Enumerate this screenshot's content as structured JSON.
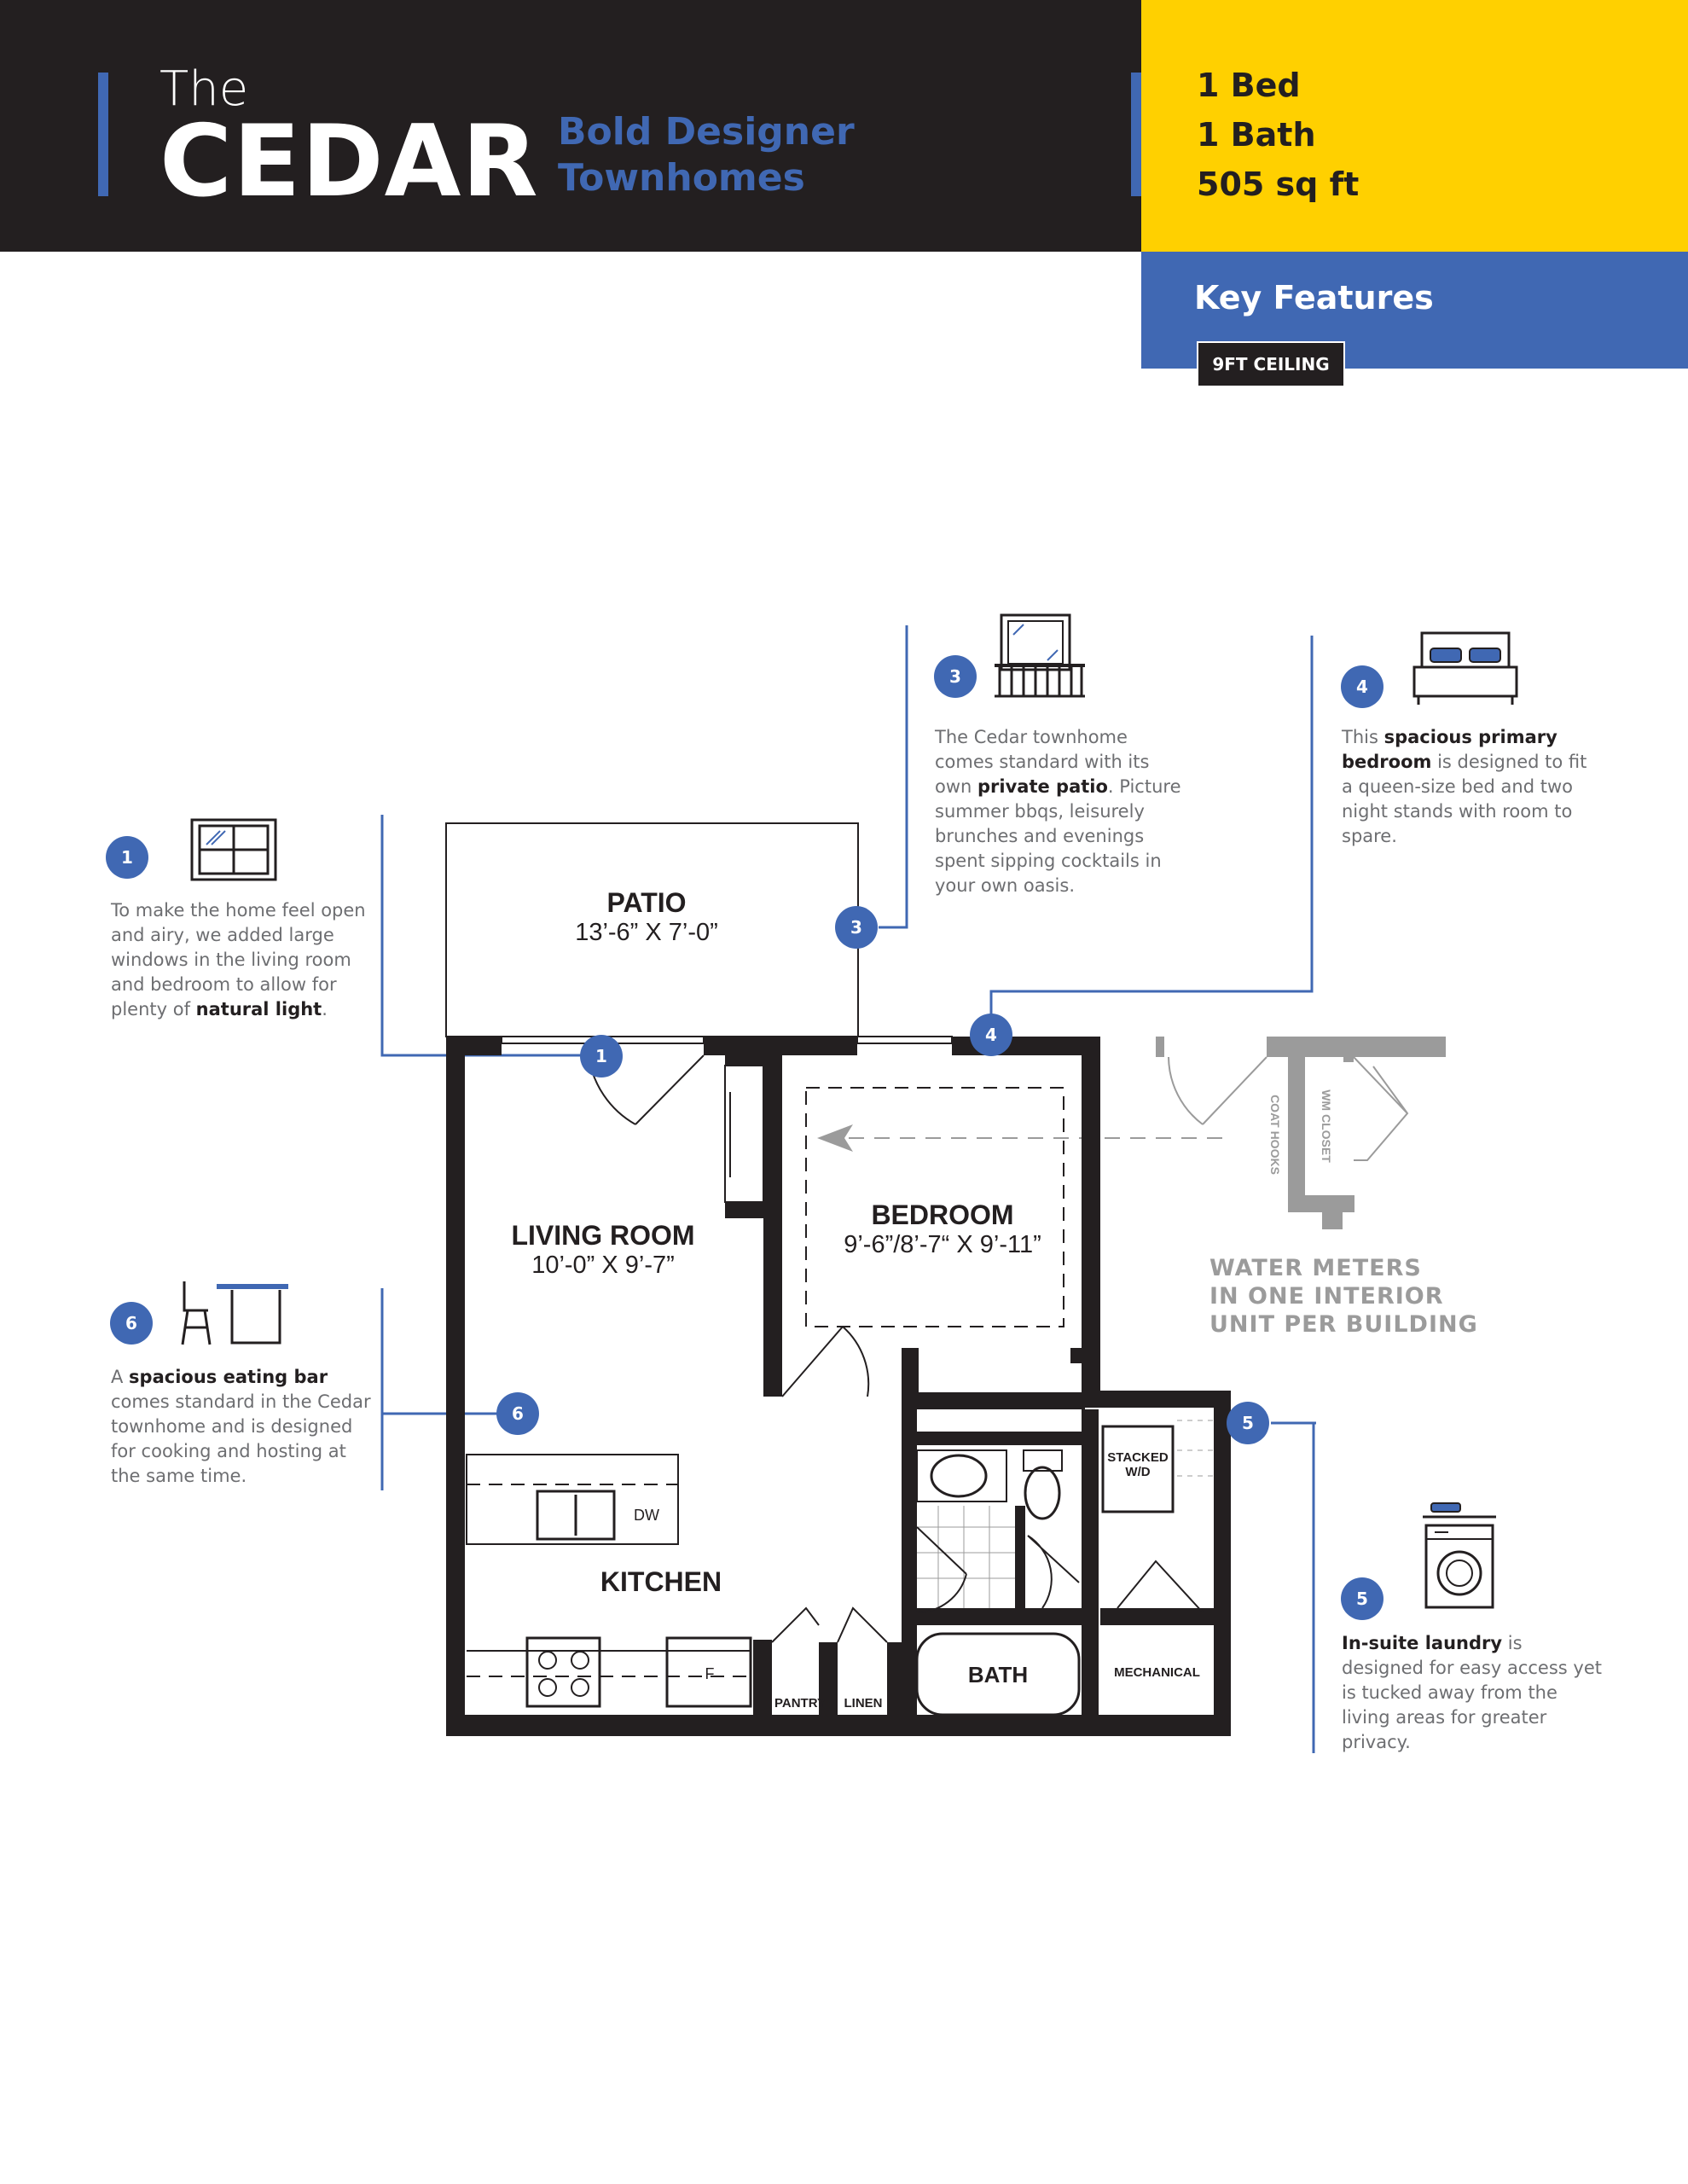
{
  "header": {
    "the": "The",
    "name": "CEDAR",
    "tagline_1": "Bold Designer",
    "tagline_2": "Townhomes"
  },
  "specs": {
    "beds": "1 Bed",
    "baths": "1 Bath",
    "area": "505 sq ft"
  },
  "key_features": {
    "title": "Key Features",
    "badge": "9FT CEILING"
  },
  "callouts": [
    {
      "num": "1",
      "text_before": "To make the home feel open and airy, we added large windows in the living room and bedroom to allow for plenty of ",
      "bold": "natural light",
      "text_after": "."
    },
    {
      "num": "3",
      "text_before": "The Cedar townhome comes standard with its own ",
      "bold": "private patio",
      "text_after": ". Picture summer bbqs, leisurely brunches and evenings spent sipping cocktails in your own oasis."
    },
    {
      "num": "4",
      "text_before": "This ",
      "bold": "spacious primary bedroom",
      "text_after": " is designed to fit a queen-size bed and two night stands with room to spare."
    },
    {
      "num": "5",
      "text_before": "",
      "bold": "In-suite laundry",
      "text_after": " is designed for easy access yet is tucked away from the living areas for greater privacy."
    },
    {
      "num": "6",
      "text_before": "A ",
      "bold": "spacious eating bar",
      "text_after": " comes standard in the Cedar townhome and is designed for cooking and hosting at the same time."
    }
  ],
  "plan": {
    "patio": {
      "name": "PATIO",
      "dim": "13’-6” X 7’-0”"
    },
    "living": {
      "name": "LIVING ROOM",
      "dim": "10’-0” X 9’-7”"
    },
    "bedroom": {
      "name": "BEDROOM",
      "dim": "9’-6”/8’-7“ X 9’-11”"
    },
    "kitchen": {
      "name": "KITCHEN"
    },
    "bath": {
      "name": "BATH"
    },
    "mechanical": "MECHANICAL",
    "stacked_1": "STACKED",
    "stacked_2": "W/D",
    "pantry": "PANTRY",
    "linen": "LINEN",
    "dw": "DW",
    "fridge": "F",
    "coat_hooks": "COAT HOOKS",
    "wm_closet": "WM CLOSET",
    "water_1": "WATER METERS",
    "water_2": "IN ONE INTERIOR",
    "water_3": "UNIT PER BUILDING"
  },
  "colors": {
    "dark": "#231f20",
    "yellow": "#ffd000",
    "blue": "#4068b3",
    "gray": "#9b9b9b"
  }
}
